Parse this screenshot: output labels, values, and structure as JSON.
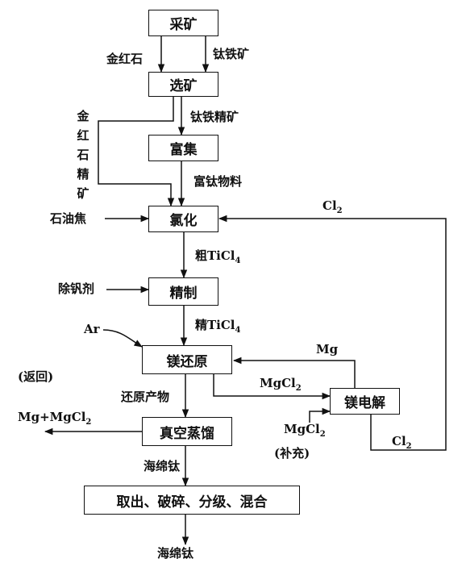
{
  "boxes": {
    "mining": "采矿",
    "beneficiation": "选矿",
    "enrichment": "富集",
    "chlorination": "氯化",
    "refining": "精制",
    "mg_reduction": "镁还原",
    "mg_electrolysis": "镁电解",
    "vacuum_distillation": "真空蒸馏",
    "finishing": "取出、破碎、分级、混合"
  },
  "labels": {
    "rutile": "金红石",
    "ilmenite": "钛铁矿",
    "ilmenite_concentrate": "钛铁精矿",
    "rutile_concentrate_chars": [
      "金",
      "红",
      "石",
      "精",
      "矿"
    ],
    "ti_rich_material": "富钛物料",
    "petroleum_coke": "石油焦",
    "cl2_return_base": "Cl",
    "cl2_return_sub": "2",
    "crude_ticl4": "粗TiCl",
    "crude_ticl4_sub": "4",
    "vanadium_remover": "除钒剂",
    "fine_ticl4": "精TiCl",
    "fine_ticl4_sub": "4",
    "ar": "Ar",
    "mg": "Mg",
    "return_note": "(返回)",
    "reduction_product": "还原产物",
    "mgcl2_base": "MgCl",
    "mgcl2_sub": "2",
    "mg_mgcl2_base": "Mg+MgCl",
    "mg_mgcl2_sub": "2",
    "mgcl2_supply_base": "MgCl",
    "mgcl2_supply_sub": "2",
    "supplement_note": "(补充)",
    "cl2_out_base": "Cl",
    "cl2_out_sub": "2",
    "sponge_ti_mid": "海绵钛",
    "sponge_ti_final": "海绵钛"
  }
}
